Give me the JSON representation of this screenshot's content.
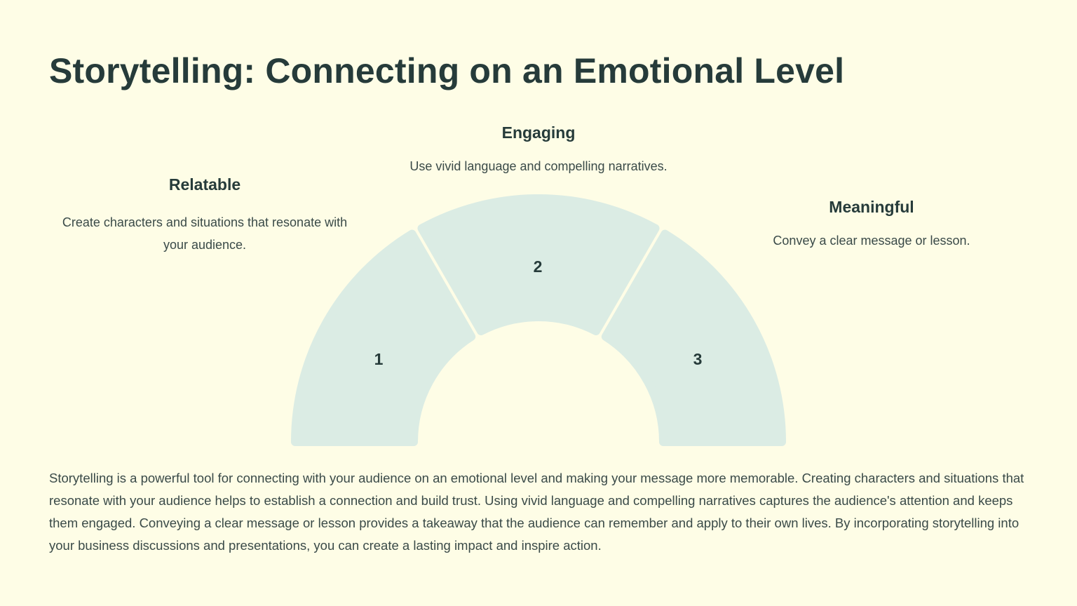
{
  "title": "Storytelling: Connecting on an Emotional Level",
  "items": [
    {
      "number": "1",
      "heading": "Relatable",
      "text": "Create characters and situations that resonate with your audience."
    },
    {
      "number": "2",
      "heading": "Engaging",
      "text": "Use vivid language and compelling narratives."
    },
    {
      "number": "3",
      "heading": "Meaningful",
      "text": "Convey a clear message or lesson."
    }
  ],
  "body": "Storytelling is a powerful tool for connecting with your audience on an emotional level and making your message more memorable. Creating characters and situations that resonate with your audience helps to establish a connection and build trust. Using vivid language and compelling narratives captures the audience's attention and keeps them engaged. Conveying a clear message or lesson provides a takeaway that the audience can remember and apply to their own lives. By incorporating storytelling into your business discussions and presentations, you can create a lasting impact and inspire action.",
  "colors": {
    "segment_fill": "#dbece4",
    "segment_stroke": "#c5d9cf",
    "background": "#fefde6",
    "text": "#263b3a"
  }
}
